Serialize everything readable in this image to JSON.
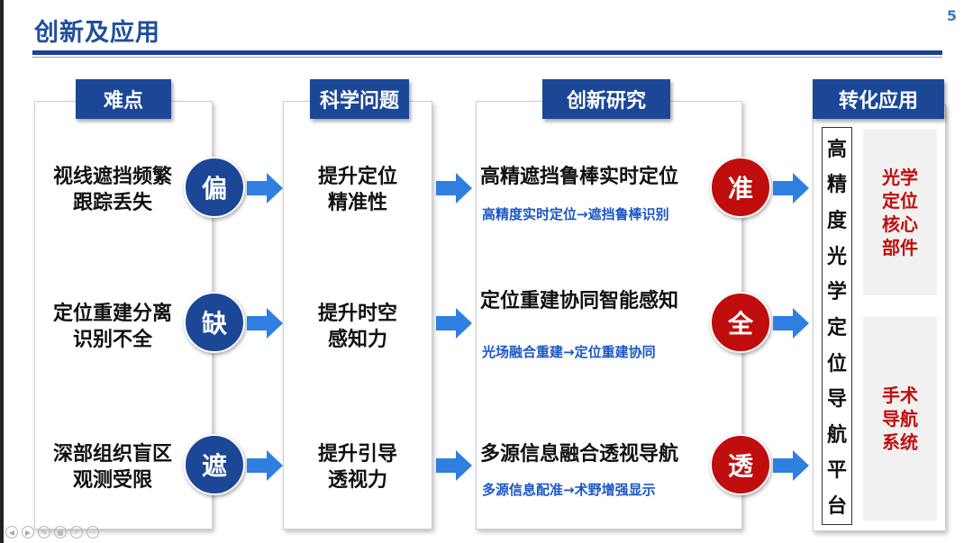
{
  "slide": {
    "title": "创新及应用",
    "page_number": "5"
  },
  "columns": {
    "difficulty": {
      "header": "难点",
      "items": [
        {
          "line1": "视线遮挡频繁",
          "line2": "跟踪丢失",
          "badge": "偏"
        },
        {
          "line1": "定位重建分离",
          "line2": "识别不全",
          "badge": "缺"
        },
        {
          "line1": "深部组织盲区",
          "line2": "观测受限",
          "badge": "遮"
        }
      ]
    },
    "science": {
      "header": "科学问题",
      "items": [
        {
          "line1": "提升定位",
          "line2": "精准性"
        },
        {
          "line1": "提升时空",
          "line2": "感知力"
        },
        {
          "line1": "提升引导",
          "line2": "透视力"
        }
      ]
    },
    "innovation": {
      "header": "创新研究",
      "items": [
        {
          "title": "高精遮挡鲁棒实时定位",
          "subtitle": "高精度实时定位→遮挡鲁棒识别",
          "badge": "准"
        },
        {
          "title": "定位重建协同智能感知",
          "subtitle": "光场融合重建→定位重建协同",
          "badge": "全"
        },
        {
          "title": "多源信息融合透视导航",
          "subtitle": "多源信息配准→术野增强显示",
          "badge": "透"
        }
      ]
    },
    "application": {
      "header": "转化应用",
      "vertical_chars": [
        "高",
        "精",
        "度",
        "光",
        "学",
        "定",
        "位",
        "导",
        "航",
        "平",
        "台"
      ],
      "box1": [
        "光学",
        "定位",
        "核心",
        "部件"
      ],
      "box2": [
        "手术",
        "导航",
        "系统"
      ]
    }
  },
  "colors": {
    "navy": "#1b4796",
    "red": "#c00d0d",
    "arrow_blue": "#2f7fe0",
    "subtitle_blue": "#1b57c4"
  }
}
